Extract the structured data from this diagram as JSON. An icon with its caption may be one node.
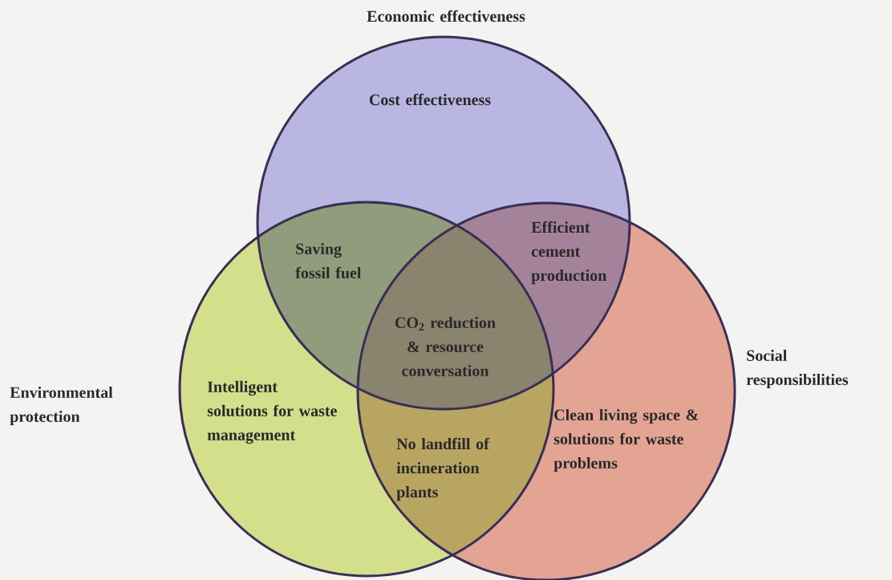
{
  "diagram": {
    "nodes": [
      {
        "text": [
          "Economic effectiveness",
          "Cost effectiveness"
        ]
      },
      {
        "text": [
          "Environmental protection",
          "Intelligent solutions for waste management"
        ]
      },
      {
        "text": [
          "Social responsibilities",
          "Clean living space & solutions for waste problems"
        ]
      }
    ],
    "labels": [
      "Saving fossil fuel",
      "Efficient cement production",
      "CO$_{2}$ reduction & resource conversation",
      "No landfill of incineration plants"
    ]
  }
}
